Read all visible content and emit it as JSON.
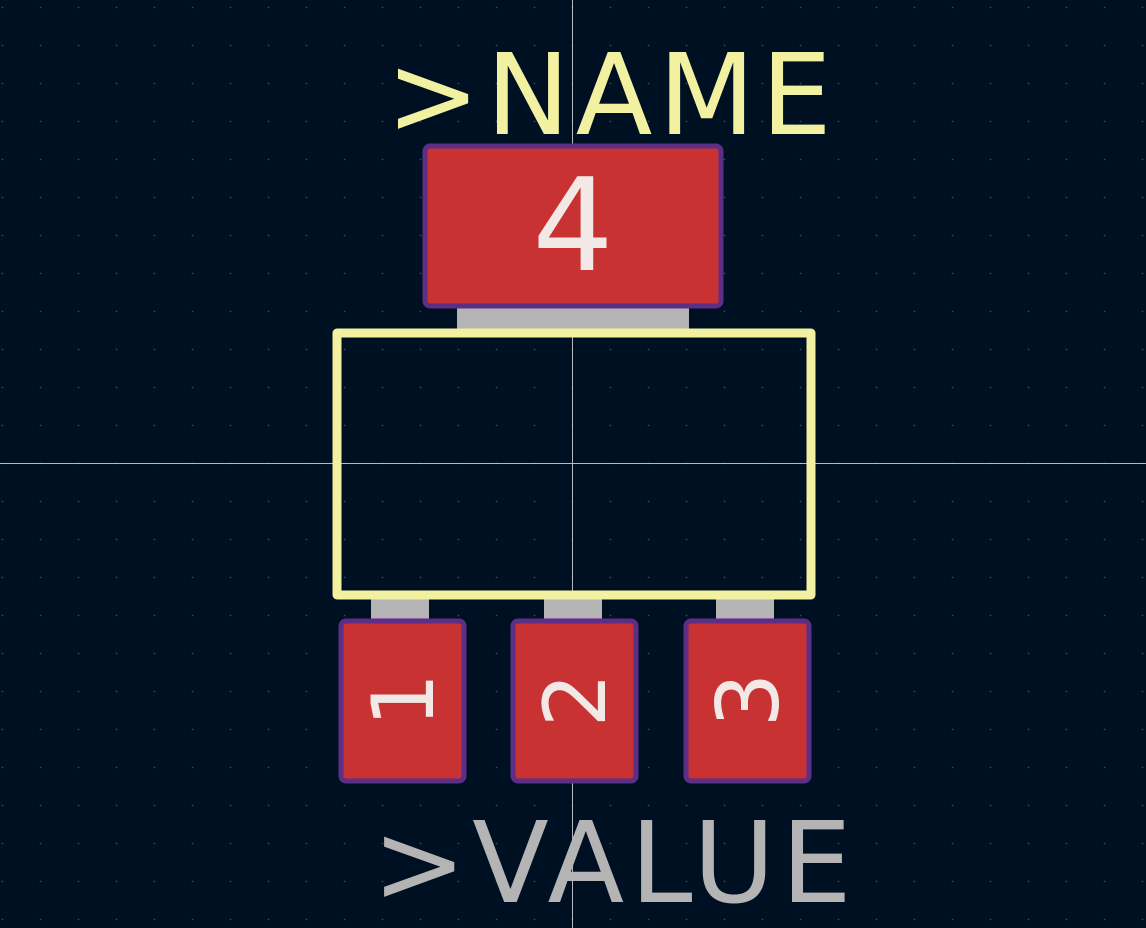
{
  "footprint": {
    "name_label": ">NAME",
    "value_label": ">VALUE",
    "pads": [
      {
        "number": "4"
      },
      {
        "number": "1"
      },
      {
        "number": "2"
      },
      {
        "number": "3"
      }
    ]
  },
  "colors": {
    "background": "#001023",
    "grid_dot": "#3a4a5e",
    "crosshair": "#c8ccd4",
    "silkscreen": "#f2f0a1",
    "value_text": "#b4b4b4",
    "pad_fill": "#c83232",
    "pad_outline": "#5b2f85",
    "pad_number": "#f2e9e6",
    "paste": "#b4b4b4",
    "paste_edge": "#d08ed2"
  }
}
